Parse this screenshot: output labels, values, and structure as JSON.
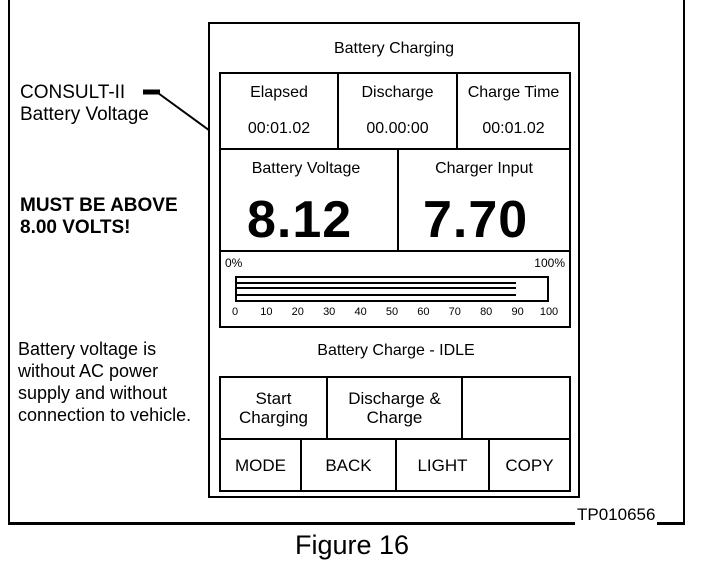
{
  "annotations": {
    "consult_label_line1": "CONSULT-II",
    "consult_label_line2": "Battery Voltage",
    "warning_line1": "MUST BE ABOVE",
    "warning_line2": "8.00 VOLTS!",
    "note_lines": [
      "Battery voltage is",
      "without AC power",
      "supply and without",
      "connection to vehicle."
    ],
    "figure_code": "TP010656",
    "caption": "Figure 16"
  },
  "screen": {
    "title": "Battery Charging",
    "timers": [
      {
        "label": "Elapsed",
        "value": "00:01.02"
      },
      {
        "label": "Discharge",
        "value": "00.00:00"
      },
      {
        "label": "Charge Time",
        "value": "00:01.02"
      }
    ],
    "battery_voltage": {
      "label": "Battery Voltage",
      "value": "8.12"
    },
    "charger_input": {
      "label": "Charger Input",
      "value": "7.70"
    },
    "progress": {
      "min_label": "0%",
      "max_label": "100%",
      "ticks": [
        "0",
        "10",
        "20",
        "30",
        "40",
        "50",
        "60",
        "70",
        "80",
        "90",
        "100"
      ],
      "fill_percent": 90
    },
    "status": "Battery Charge - IDLE",
    "buttons": {
      "start_line1": "Start",
      "start_line2": "Charging",
      "discharge_line1": "Discharge &",
      "discharge_line2": "Charge",
      "mode": "MODE",
      "back": "BACK",
      "light": "LIGHT",
      "copy": "COPY"
    }
  }
}
